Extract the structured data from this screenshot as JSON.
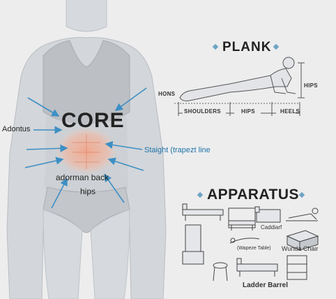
{
  "core": {
    "title": "CORE",
    "label_left": "Adontus",
    "label_right": "Staight (trapezt line",
    "label_back": "adorman back",
    "label_hips": "hips"
  },
  "plank": {
    "title": "PLANK",
    "label_hons": "HONS",
    "label_hips_vertical": "HIPS",
    "label_shoulders": "SHOULDERS",
    "label_hips": "HIPS",
    "label_heels": "HEELS"
  },
  "apparatus": {
    "title": "APPARATUS",
    "label_cadillac": "Caddiarf",
    "label_table": "(Wapeze Table)",
    "label_wunda": "Wunda Chair",
    "label_barrel": "Ladder Barrel"
  },
  "colors": {
    "background": "#ededee",
    "body_fill": "#d3d6da",
    "abs_highlight": "#f2a68a",
    "arrow_blue": "#3d8fc4",
    "diamond": "#6fa4c4"
  }
}
